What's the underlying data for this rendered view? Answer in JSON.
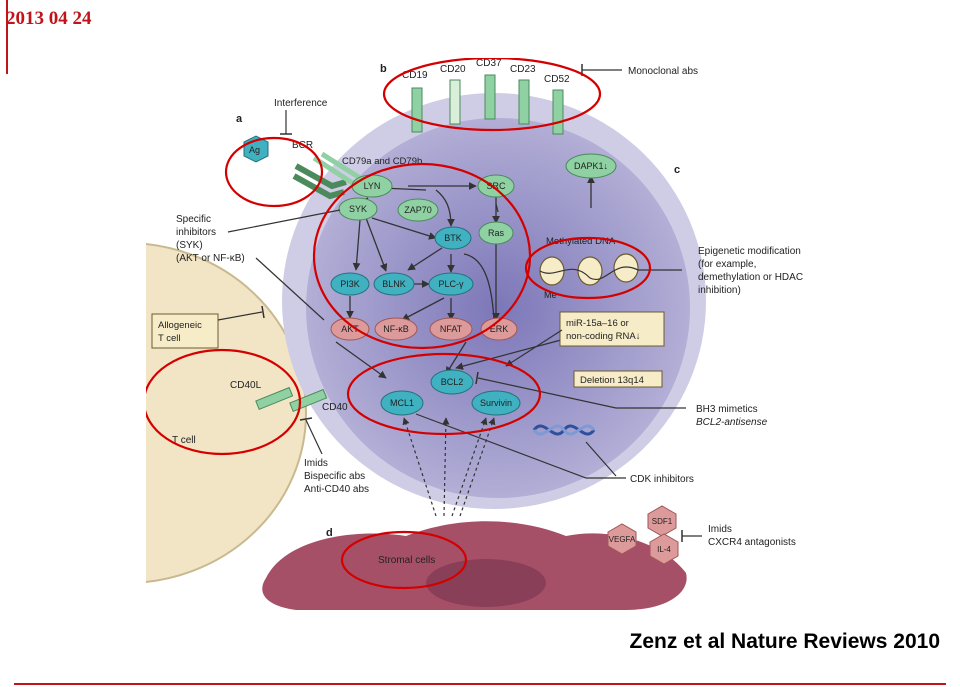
{
  "header": {
    "date": "2013 04 24"
  },
  "footer": {
    "citation": "Zenz et al Nature Reviews 2010"
  },
  "figure": {
    "panel_labels": {
      "a": "a",
      "b": "b",
      "c": "c",
      "d": "d"
    },
    "antibodies": [
      "CD19",
      "CD20",
      "CD37",
      "CD23",
      "CD52"
    ],
    "monoclonal_abs": "Monoclonal abs",
    "interference": "Interference",
    "ag": "Ag",
    "bcr": "BCR",
    "cd79": "CD79a and CD79b",
    "nodes": {
      "lyn": "LYN",
      "syk": "SYK",
      "zap70": "ZAP70",
      "src": "SRC",
      "btk": "BTK",
      "ras": "Ras",
      "pi3k": "PI3K",
      "blnk": "BLNK",
      "plcg": "PLC-γ",
      "akt": "AKT",
      "nfkb": "NF-κB",
      "nfat": "NFAT",
      "erk": "ERK",
      "bcl2": "BCL2",
      "mcl1": "MCL1",
      "survivin": "Survivin",
      "dapk1": "DAPK1↓"
    },
    "specific_inhibitors": [
      "Specific",
      "inhibitors",
      "(SYK)",
      "(AKT or NF-κB)"
    ],
    "allogeneic": [
      "Allogeneic",
      "T cell"
    ],
    "cd40l": "CD40L",
    "cd40": "CD40",
    "t_cell": "T cell",
    "imids_list": [
      "Imids",
      "Bispecific abs",
      "Anti-CD40 abs"
    ],
    "methylated_dna": "Methylated DNA",
    "me": "Me",
    "epigenetic": [
      "Epigenetic modification",
      "(for example,",
      "demethylation or HDAC",
      "inhibition)"
    ],
    "mir_box": [
      "miR-15a–16 or",
      "non-coding RNA↓"
    ],
    "deletion": "Deletion 13q14",
    "bh3": [
      "BH3 mimetics",
      "BCL2-antisense"
    ],
    "cdk": "CDK inhibitors",
    "stromal": "Stromal cells",
    "cytokines": {
      "sdf1": "SDF1",
      "vegfa": "VEGFA",
      "il4": "IL-4"
    },
    "imids_cxcr4": [
      "Imids",
      "CXCR4 antagonists"
    ]
  },
  "colors": {
    "accent_red": "#c0141a",
    "cell_purple": "#8a86bf",
    "node_green": "#8fd1a3",
    "node_blue": "#3fb1c0",
    "node_pink": "#dc9a9a",
    "tcell": "#f2e5c5",
    "stromal": "#a65068"
  }
}
